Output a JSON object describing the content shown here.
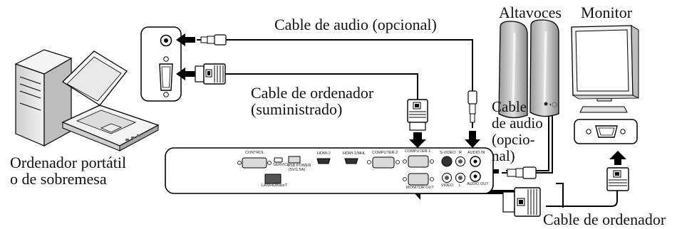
{
  "labels": {
    "audio_cable_optional": "Cable de audio (opcional)",
    "speakers": "Altavoces",
    "monitor": "Monitor",
    "computer_cable_supplied_line1": "Cable de ordenador",
    "computer_cable_supplied_line2": "(suministrado)",
    "audio_cable_right_line1": "Cable",
    "audio_cable_right_line2": "de audio",
    "audio_cable_right_line3": "(opcio-",
    "audio_cable_right_line4": "nal)",
    "computer_line1": "Ordenador portátil",
    "computer_line2": "o de sobremesa",
    "computer_cable_bottom": "Cable de ordenador"
  },
  "ports": {
    "control": "CONTROL",
    "service": "SERVICE",
    "usb_power_line1": "USB POWER",
    "usb_power_line2": "(5V/1.5A)",
    "hdmi2": "HDMI-2",
    "hdmi1": "HDMI-1/MHL",
    "computer2": "COMPUTER-2",
    "computer1": "COMPUTER-1",
    "svideo": "S-VIDEO",
    "r": "R",
    "audio_in": "AUDIO IN",
    "lan": "LAN/HDBaseT",
    "monitor_out": "MONITOR OUT",
    "video": "VIDEO",
    "l": "L",
    "audio_out": "AUDIO OUT"
  },
  "colors": {
    "line": "#000000",
    "fill": "#ffffff",
    "shade": "#d9d9d9",
    "dark": "#333333"
  }
}
